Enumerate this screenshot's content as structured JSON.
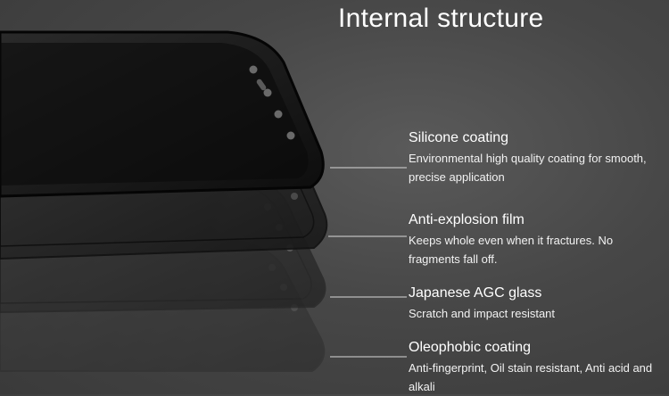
{
  "title": "Internal structure",
  "layers": [
    {
      "name": "Silicone coating",
      "description": "Environmental high quality coating for smooth, precise application"
    },
    {
      "name": "Anti-explosion film",
      "description": "Keeps whole even when it fractures. No fragments fall off."
    },
    {
      "name": "Japanese AGC glass",
      "description": "Scratch and impact resistant"
    },
    {
      "name": "Oleophobic coating",
      "description": "Anti-fingerprint, Oil stain resistant, Anti acid and alkali"
    }
  ],
  "colors": {
    "background": "#474747",
    "glass": "#141414",
    "leader_line": "#d9d9d9",
    "text": "#ffffff"
  }
}
